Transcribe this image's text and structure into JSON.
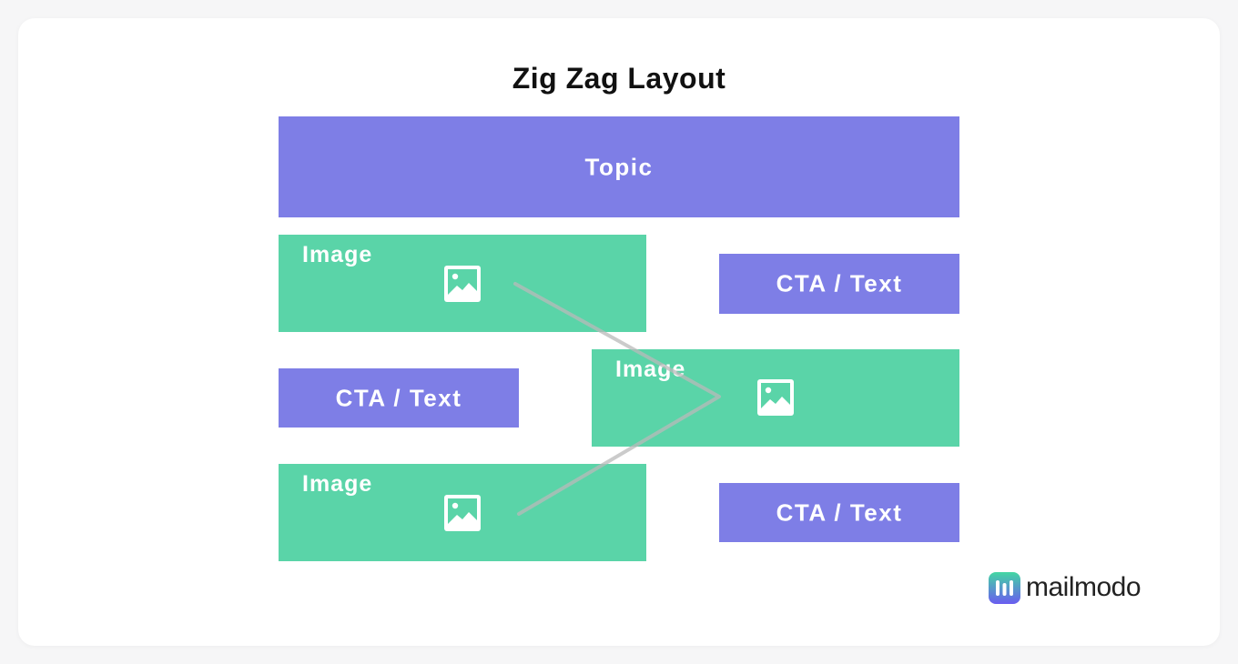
{
  "title": "Zig Zag Layout",
  "topic_label": "Topic",
  "rows": [
    {
      "image_label": "Image",
      "cta_label": "CTA / Text"
    },
    {
      "image_label": "Image",
      "cta_label": "CTA / Text"
    },
    {
      "image_label": "Image",
      "cta_label": "CTA / Text"
    }
  ],
  "brand": {
    "name": "mailmodo"
  },
  "colors": {
    "purple": "#7e7ee6",
    "green": "#5ad4a8",
    "zigzag_line": "#c4c4c4"
  },
  "icons": {
    "image_placeholder": "image-icon",
    "logo": "mailmodo-logo-icon"
  }
}
